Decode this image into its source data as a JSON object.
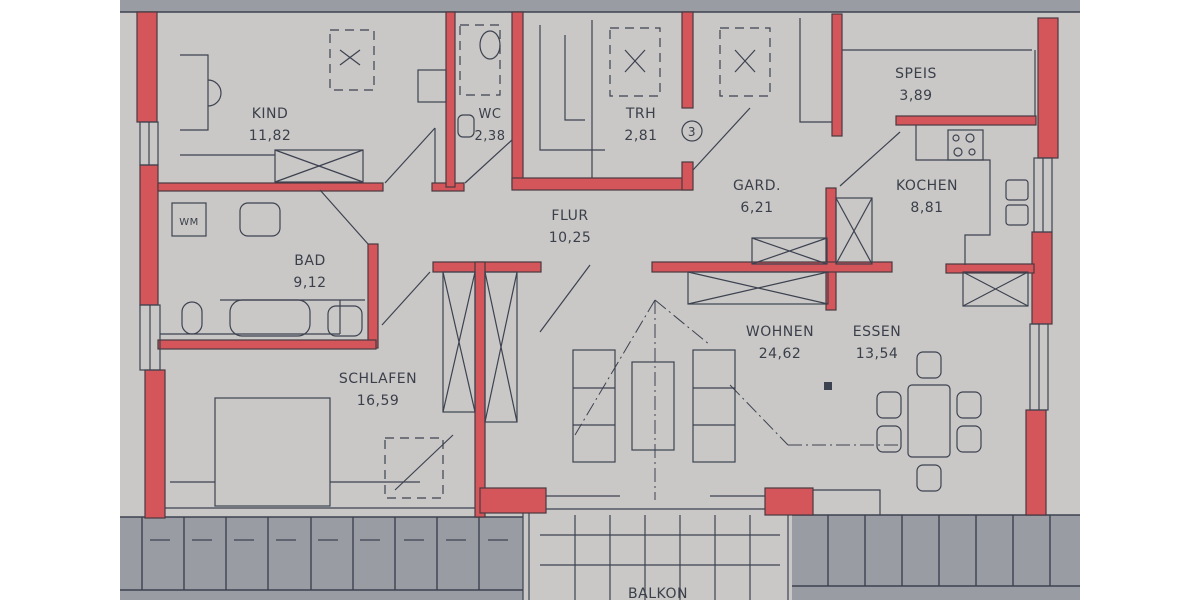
{
  "plan": {
    "colors": {
      "paper": "#c9c8c6",
      "wall": "#d4555a",
      "line": "#3d4250",
      "roof": "#9a9ca4",
      "margin": "#ffffff"
    },
    "rooms": [
      {
        "id": "kind",
        "name": "KIND",
        "area": "11,82"
      },
      {
        "id": "wc",
        "name": "WC",
        "area": "2,38"
      },
      {
        "id": "trh",
        "name": "TRH",
        "area": "2,81"
      },
      {
        "id": "speis",
        "name": "SPEIS",
        "area": "3,89"
      },
      {
        "id": "gard",
        "name": "GARD.",
        "area": "6,21"
      },
      {
        "id": "kochen",
        "name": "KOCHEN",
        "area": "8,81"
      },
      {
        "id": "flur",
        "name": "FLUR",
        "area": "10,25"
      },
      {
        "id": "bad",
        "name": "BAD",
        "area": "9,12"
      },
      {
        "id": "wohnen",
        "name": "WOHNEN",
        "area": "24,62"
      },
      {
        "id": "essen",
        "name": "ESSEN",
        "area": "13,54"
      },
      {
        "id": "schlafen",
        "name": "SCHLAFEN",
        "area": "16,59"
      },
      {
        "id": "balkon",
        "name": "BALKON"
      }
    ],
    "labels": {
      "wm": "WM",
      "stair_marker": "3"
    }
  }
}
